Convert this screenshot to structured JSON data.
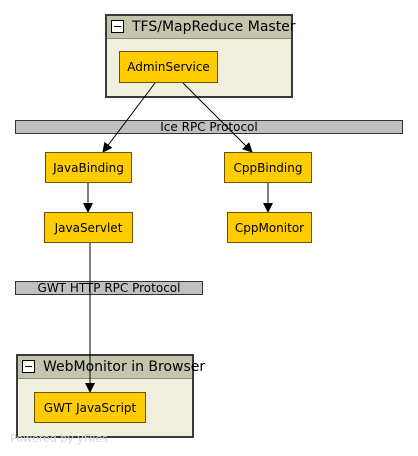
{
  "groups": {
    "master": {
      "title": "TFS/MapReduce Master"
    },
    "browser": {
      "title": "WebMonitor in Browser"
    }
  },
  "nodes": {
    "admin_service": "AdminService",
    "java_binding": "JavaBinding",
    "cpp_binding": "CppBinding",
    "java_servlet": "JavaServlet",
    "cpp_monitor": "CppMonitor",
    "gwt_javascript": "GWT JavaScript"
  },
  "protocols": {
    "ice_rpc": "Ice RPC Protocol",
    "gwt_http_rpc": "GWT HTTP RPC Protocol"
  },
  "watermark": "Powered by yFiles",
  "colors": {
    "node_fill": "#ffcc00",
    "group_fill": "#f1efdd",
    "group_header": "#c5c4ac",
    "protocol_bar": "#c0c0c0"
  }
}
